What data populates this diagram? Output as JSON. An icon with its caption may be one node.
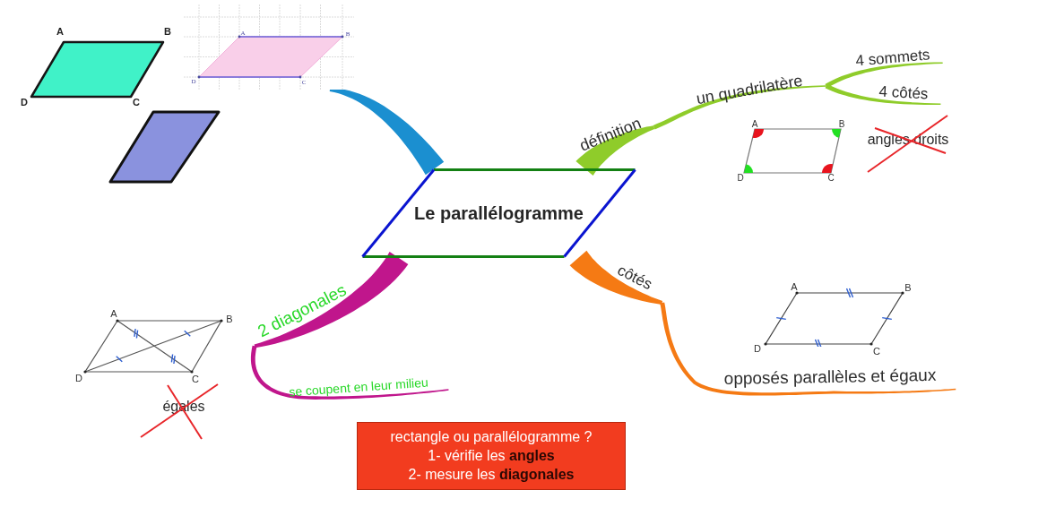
{
  "diagram": {
    "nodes": [
      {
        "text": [
          "Le parallélogramme"
        ]
      },
      {
        "text": [],
        "shape": "picture"
      },
      {
        "text": [
          "définition"
        ]
      },
      {
        "text": [
          "un quadrilatère"
        ]
      },
      {
        "text": [
          "4 sommets"
        ]
      },
      {
        "text": [
          "4 côtés"
        ]
      },
      {
        "text": [
          "côtés"
        ]
      },
      {
        "text": [
          "opposés parallèles et égaux"
        ]
      },
      {
        "text": [
          "2 diagonales"
        ]
      },
      {
        "text": [
          "se coupent en leur milieu"
        ]
      },
      {
        "text": [
          "rectangle ou parallélogramme ?",
          "1- vérifie les **angles**",
          "2- mesure les **diagonales**"
        ]
      }
    ],
    "edges": [
      {
        "from": 0,
        "to": 1,
        "arrow": "none",
        "style": "thick",
        "color": "#1b8fd0"
      },
      {
        "from": 0,
        "to": 2,
        "arrow": "none",
        "style": "thick",
        "color": "#8fcc2a"
      },
      {
        "from": 2,
        "to": 3,
        "arrow": "none",
        "color": "#8fcc2a"
      },
      {
        "from": 3,
        "to": 4,
        "arrow": "none",
        "color": "#8fcc2a"
      },
      {
        "from": 3,
        "to": 5,
        "arrow": "none",
        "color": "#8fcc2a"
      },
      {
        "from": 0,
        "to": 6,
        "arrow": "none",
        "style": "thick",
        "color": "#f57a14"
      },
      {
        "from": 6,
        "to": 7,
        "arrow": "none",
        "color": "#f57a14"
      },
      {
        "from": 0,
        "to": 8,
        "arrow": "none",
        "style": "thick",
        "color": "#c0168c"
      },
      {
        "from": 8,
        "to": 9,
        "arrow": "none",
        "color": "#c0168c"
      }
    ],
    "labels": [
      "A",
      "B",
      "D",
      "C",
      "A",
      "B",
      "D",
      "C",
      "A",
      "B",
      "D",
      "C",
      "angles droits",
      "A",
      "B",
      "D",
      "C",
      "A",
      "B",
      "D",
      "C",
      "égales"
    ]
  }
}
